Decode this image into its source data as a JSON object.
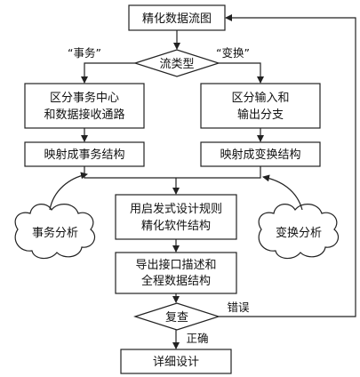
{
  "nodes": {
    "refine_dfd": "精化数据流图",
    "flow_type": "流类型",
    "separate_transaction": [
      "区分事务中心",
      "和数据接收通路"
    ],
    "separate_io": [
      "区分输入和",
      "输出分支"
    ],
    "map_transaction": "映射成事务结构",
    "map_transform": "映射成变换结构",
    "heuristic_refine": [
      "用启发式设计规则",
      "精化软件结构"
    ],
    "export_interface": [
      "导出接口描述和",
      "全程数据结构"
    ],
    "review": "复查",
    "detailed_design": "详细设计",
    "transaction_analysis": "事务分析",
    "transform_analysis": "变换分析"
  },
  "edge_labels": {
    "transaction": "“事务”",
    "transform": "“变换”",
    "error": "错误",
    "correct": "正确"
  }
}
